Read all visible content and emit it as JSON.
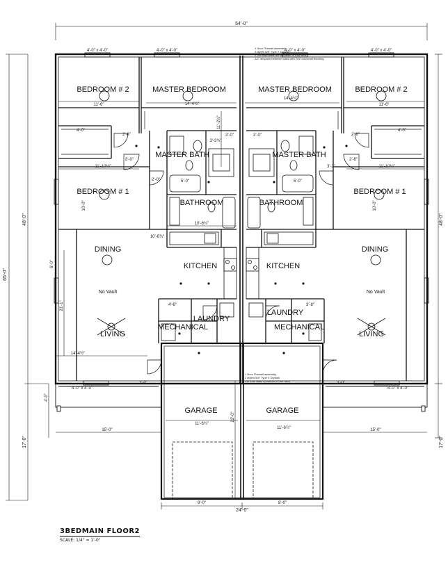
{
  "plan": {
    "title": "3BEDMAIN FLOOR2",
    "scale": "SCALE: 1/4\" = 1'-0\"",
    "overall": {
      "top": "54'-0\"",
      "left": "65'-0\"",
      "left_upper": "48'-0\"",
      "right_upper": "48'-0\"",
      "left_lower": "17'-0\"",
      "right_lower": "17'-0\"",
      "porch_depth": "4'-0\"",
      "garage_width": "24'-0\"",
      "garage_half_left": "8'-0\"",
      "garage_half_right": "8'-0\"",
      "porch_left": "15'-0\"",
      "porch_right": "15'-0\"",
      "garage_depth": "22'-0\""
    },
    "rooms": {
      "bedroom2_left": "BEDROOM # 2",
      "master_bedroom_left": "MASTER BEDROOM",
      "master_bedroom_right": "MASTER BEDROOM",
      "bedroom2_right": "BEDROOM # 2",
      "master_bath_left": "MASTER BATH",
      "master_bath_right": "MASTER BATH",
      "bedroom1_left": "BEDROOM # 1",
      "bedroom1_right": "BEDROOM # 1",
      "bathroom_left": "BATHROOM",
      "bathroom_right": "BATHROOM",
      "dining_left": "DINING",
      "dining_right": "DINING",
      "kitchen_left": "KITCHEN",
      "kitchen_right": "KITCHEN",
      "no_vault_left": "No Vault",
      "no_vault_right": "No Vault",
      "laundry_left": "LAUNDRY",
      "laundry_right": "LAUNDRY",
      "mechanical_left": "MECHANICAL",
      "mechanical_right": "MECHANICAL",
      "living_left": "LIVING",
      "living_right": "LIVING",
      "garage_left": "GARAGE",
      "garage_right": "GARAGE"
    },
    "dims": {
      "window_4040": "4'-0\" x 4'-0\"",
      "bed2_width": "11'-6\"",
      "master_width": "14'-4¾\"",
      "master_depth": "11'-2½\"",
      "bed1_width": "11'-10½\"",
      "bed1_depth": "10'-0\"",
      "kitchen_width": "10'-6¾\"",
      "living_width": "14'-4½\"",
      "living_depth": "21'-1\"",
      "garage_inner": "11'-6¾\"",
      "d_4_0": "4'-0\"",
      "d_2_6": "2'-6\"",
      "d_3_2": "3'-2\"",
      "d_3_0": "3'-0\"",
      "d_2_0": "2'-0\"",
      "d_5_0": "5'-0\"",
      "d_6_0": "6'-0\"",
      "d_3_3": "3'-3¾\"",
      "d_3_8": "3'-8\"",
      "d_4_8": "4'-8\""
    },
    "notes": {
      "firewall_top_1": "1 Hour Firewall assembly",
      "firewall_top_2": "2 layers 5/8\" Type X Drywall",
      "firewall_top_3": "2 2x4 stud walls full to bottom of roof deck",
      "firewall_top_4": "1/2\" airspace between walls with 2x4 horizontal blocking",
      "firewall_gar_1": "1 Hour Firewall assembly",
      "firewall_gar_2": "2 layers 5/8\" Type X Drywall",
      "firewall_gar_3": "2x4 stud walls to bottom of roof deck"
    }
  }
}
